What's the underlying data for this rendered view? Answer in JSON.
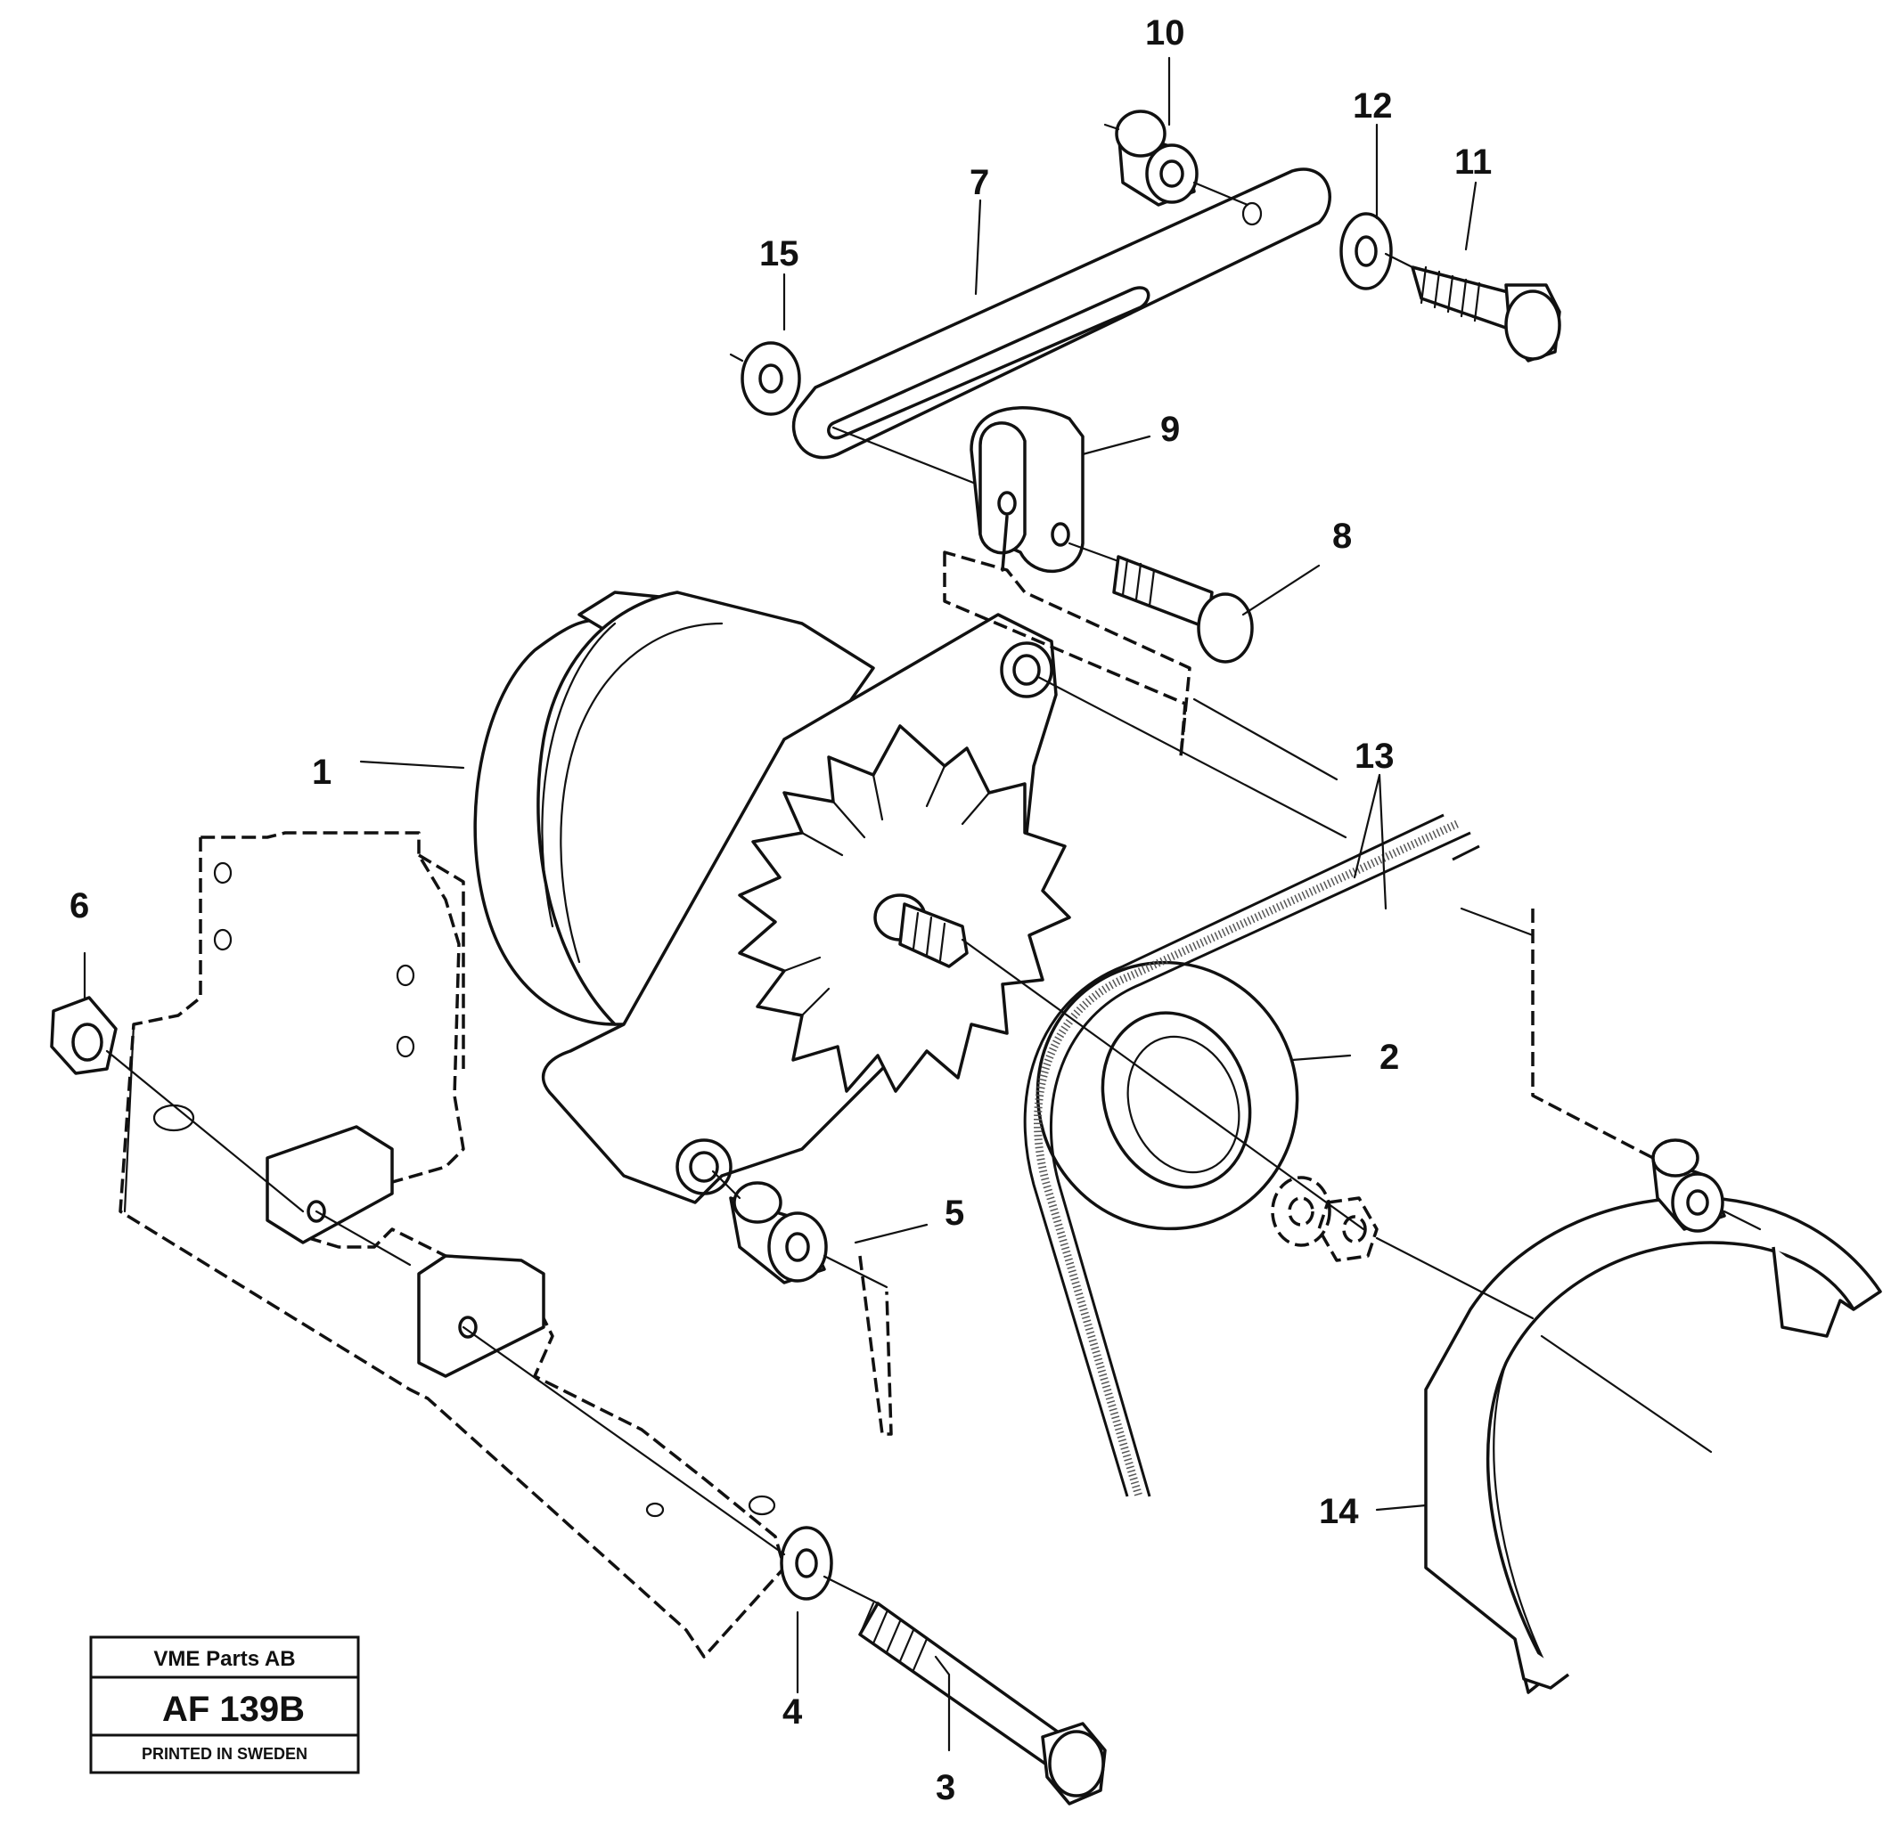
{
  "diagram": {
    "callouts": [
      {
        "id": "1",
        "label": "1"
      },
      {
        "id": "2",
        "label": "2"
      },
      {
        "id": "3",
        "label": "3"
      },
      {
        "id": "4",
        "label": "4"
      },
      {
        "id": "5",
        "label": "5"
      },
      {
        "id": "6",
        "label": "6"
      },
      {
        "id": "7",
        "label": "7"
      },
      {
        "id": "8",
        "label": "8"
      },
      {
        "id": "9",
        "label": "9"
      },
      {
        "id": "10",
        "label": "10"
      },
      {
        "id": "11",
        "label": "11"
      },
      {
        "id": "12",
        "label": "12"
      },
      {
        "id": "13",
        "label": "13"
      },
      {
        "id": "14",
        "label": "14"
      },
      {
        "id": "15",
        "label": "15"
      }
    ]
  },
  "stamp": {
    "company": "VME Parts AB",
    "code": "AF 139B",
    "printed": "PRINTED IN SWEDEN"
  }
}
